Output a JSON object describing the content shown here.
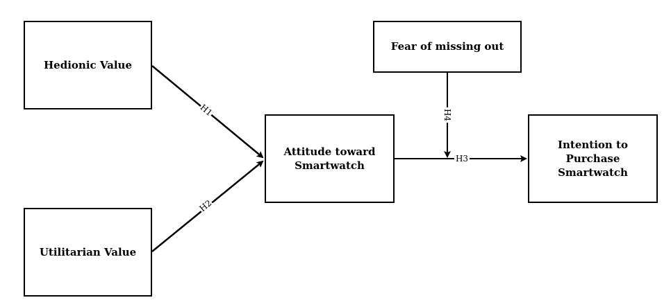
{
  "diagram": {
    "nodes": {
      "hedonic": {
        "label": "Hedionic Value"
      },
      "utilitarian": {
        "label": "Utilitarian Value"
      },
      "attitude": {
        "label": "Attitude toward\nSmartwatch"
      },
      "fomo": {
        "label": "Fear of missing out"
      },
      "intention": {
        "label": "Intention to\nPurchase\nSmartwatch"
      }
    },
    "edges": {
      "h1": {
        "label": "H1",
        "from": "hedonic",
        "to": "attitude"
      },
      "h2": {
        "label": "H2",
        "from": "utilitarian",
        "to": "attitude"
      },
      "h3": {
        "label": "H3",
        "from": "attitude",
        "to": "intention"
      },
      "h4": {
        "label": "H4",
        "from": "fomo",
        "to": "h3"
      }
    },
    "colors": {
      "stroke": "#000000",
      "background": "#ffffff"
    }
  }
}
